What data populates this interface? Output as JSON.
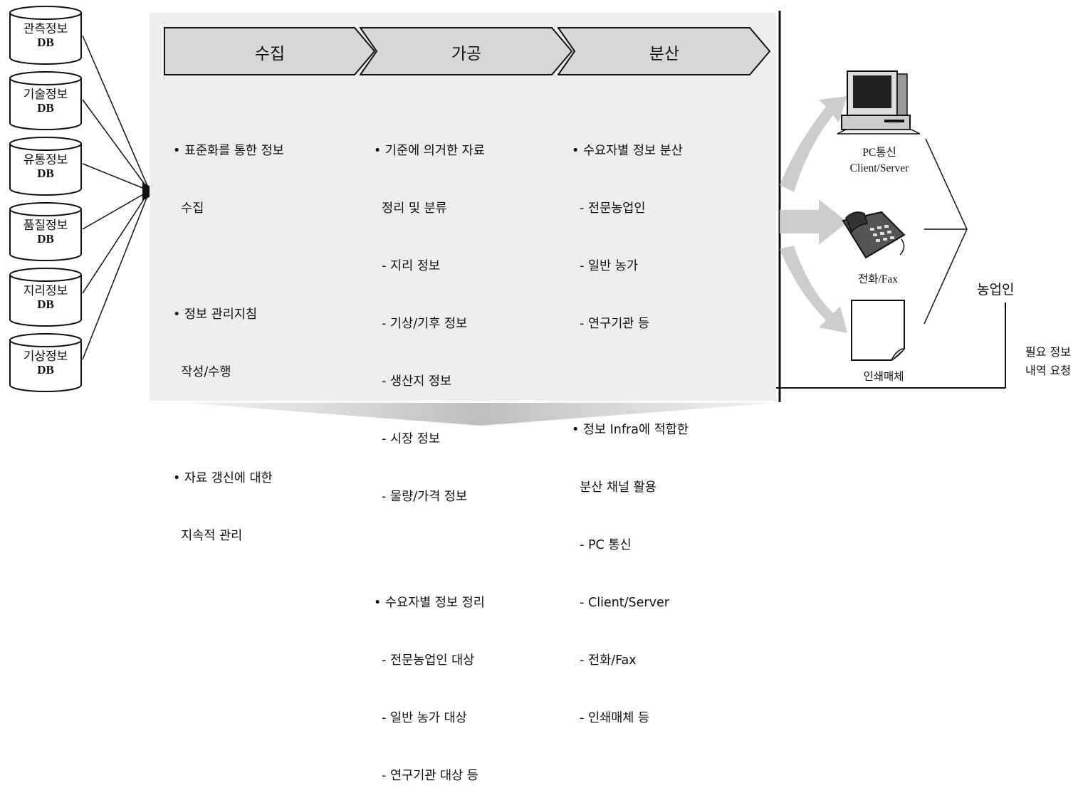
{
  "databases": [
    {
      "name": "관측정보",
      "db": "DB"
    },
    {
      "name": "기술정보",
      "db": "DB"
    },
    {
      "name": "유통정보",
      "db": "DB"
    },
    {
      "name": "품질정보",
      "db": "DB"
    },
    {
      "name": "지리정보",
      "db": "DB"
    },
    {
      "name": "기상정보",
      "db": "DB"
    }
  ],
  "stages": [
    {
      "label": "수집"
    },
    {
      "label": "가공"
    },
    {
      "label": "분산"
    }
  ],
  "collect": {
    "b1_l1": "• 표준화를 통한 정보",
    "b1_l2": "  수집",
    "b2_l1": "• 정보 관리지침",
    "b2_l2": "  작성/수행",
    "b3_l1": "• 자료 갱신에 대한",
    "b3_l2": "  지속적 관리"
  },
  "process": {
    "b1_l1": "• 기준에 의거한 자료",
    "b1_l2": "  정리 및 분류",
    "b1_s1": "  - 지리 정보",
    "b1_s2": "  - 기상/기후 정보",
    "b1_s3": "  - 생산지 정보",
    "b1_s4": "  - 시장 정보",
    "b1_s5": "  - 물량/가격 정보",
    "b2_l1": "• 수요자별 정보 정리",
    "b2_s1": "  - 전문농업인 대상",
    "b2_s2": "  - 일반 농가 대상",
    "b2_s3": "  - 연구기관 대상 등"
  },
  "distribute": {
    "b1_l1": "• 수요자별 정보 분산",
    "b1_s1": "  - 전문농업인",
    "b1_s2": "  - 일반 농가",
    "b1_s3": "  - 연구기관 등",
    "b2_l1": "• 정보 Infra에 적합한",
    "b2_l2": "  분산 채널 활용",
    "b2_s1": "  - PC 통신",
    "b2_s2": "  - Client/Server",
    "b2_s3": "  - 전화/Fax",
    "b2_s4": "  - 인쇄매체 등"
  },
  "devices": {
    "pc_l1": "PC통신",
    "pc_l2": "Client/Server",
    "phone": "전화/Fax",
    "print": "인쇄매체"
  },
  "farmer": "농업인",
  "request_l1": "필요 정보",
  "request_l2": "내역 요청"
}
